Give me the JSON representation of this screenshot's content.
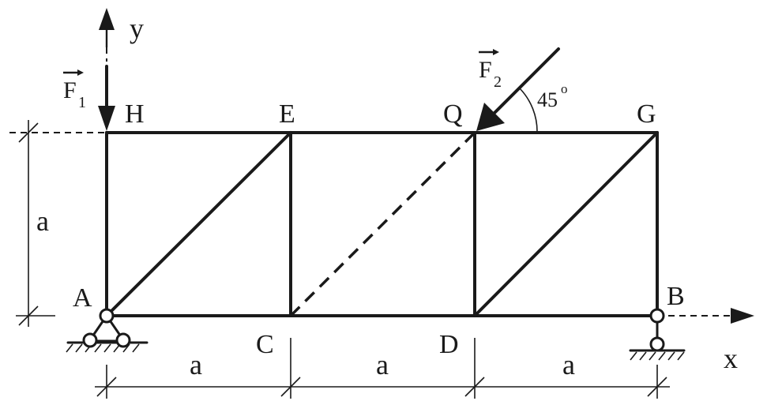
{
  "nodes": {
    "A": "A",
    "B": "B",
    "C": "C",
    "D": "D",
    "E": "E",
    "G": "G",
    "H": "H",
    "Q": "Q"
  },
  "dimensions": {
    "vertical": "a",
    "horizontal": [
      "a",
      "a",
      "a"
    ]
  },
  "axes": {
    "x": "x",
    "y": "y"
  },
  "forces": {
    "F1": {
      "symbol": "F",
      "subscript": "1"
    },
    "F2": {
      "symbol": "F",
      "subscript": "2"
    }
  },
  "angle": {
    "value": "45",
    "unit": "o"
  }
}
